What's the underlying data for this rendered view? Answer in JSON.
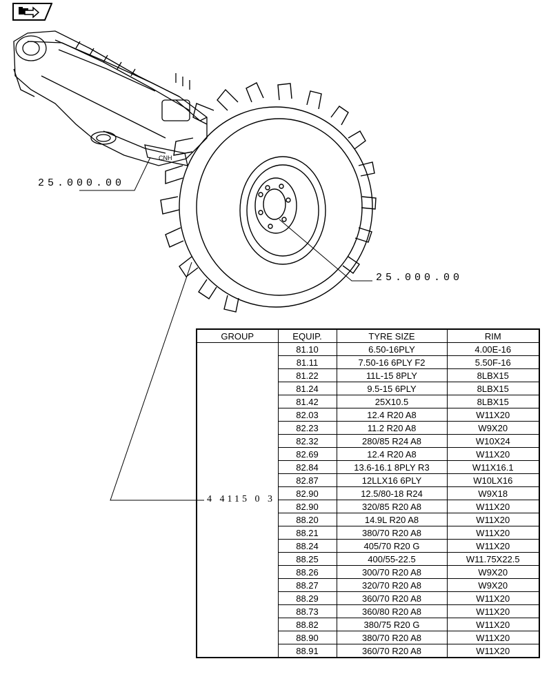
{
  "navigation": {
    "icon": "folder-arrow-icon"
  },
  "references": {
    "axle": "25.000.00",
    "wheel": "25.000.00"
  },
  "table": {
    "headers": {
      "group": "GROUP",
      "equip": "EQUIP.",
      "tyre_size": "TYRE SIZE",
      "rim": "RIM"
    },
    "group_code": "4 4115 0 3",
    "rows": [
      {
        "equip": "81.10",
        "tyre": "6.50-16PLY",
        "rim": "4.00E-16"
      },
      {
        "equip": "81.11",
        "tyre": "7.50-16 6PLY F2",
        "rim": "5.50F-16"
      },
      {
        "equip": "81.22",
        "tyre": "11L-15 8PLY",
        "rim": "8LBX15"
      },
      {
        "equip": "81.24",
        "tyre": "9.5-15 6PLY",
        "rim": "8LBX15"
      },
      {
        "equip": "81.42",
        "tyre": "25X10.5",
        "rim": "8LBX15"
      },
      {
        "equip": "82.03",
        "tyre": "12.4 R20 A8",
        "rim": "W11X20"
      },
      {
        "equip": "82.23",
        "tyre": "11.2 R20 A8",
        "rim": "W9X20"
      },
      {
        "equip": "82.32",
        "tyre": "280/85 R24 A8",
        "rim": "W10X24"
      },
      {
        "equip": "82.69",
        "tyre": "12.4 R20 A8",
        "rim": "W11X20"
      },
      {
        "equip": "82.84",
        "tyre": "13.6-16.1 8PLY R3",
        "rim": "W11X16.1"
      },
      {
        "equip": "82.87",
        "tyre": "12LLX16 6PLY",
        "rim": "W10LX16"
      },
      {
        "equip": "82.90",
        "tyre": "12.5/80-18 R24",
        "rim": "W9X18"
      },
      {
        "equip": "82.90",
        "tyre": "320/85 R20 A8",
        "rim": "W11X20"
      },
      {
        "equip": "88.20",
        "tyre": "14.9L R20 A8",
        "rim": "W11X20"
      },
      {
        "equip": "88.21",
        "tyre": "380/70 R20 A8",
        "rim": "W11X20"
      },
      {
        "equip": "88.24",
        "tyre": "405/70 R20 G",
        "rim": "W11X20"
      },
      {
        "equip": "88.25",
        "tyre": "400/55-22.5",
        "rim": "W11.75X22.5"
      },
      {
        "equip": "88.26",
        "tyre": "300/70 R20 A8",
        "rim": "W9X20"
      },
      {
        "equip": "88.27",
        "tyre": "320/70 R20 A8",
        "rim": "W9X20"
      },
      {
        "equip": "88.29",
        "tyre": "360/70 R20 A8",
        "rim": "W11X20"
      },
      {
        "equip": "88.73",
        "tyre": "360/80 R20 A8",
        "rim": "W11X20"
      },
      {
        "equip": "88.82",
        "tyre": "380/75 R20 G",
        "rim": "W11X20"
      },
      {
        "equip": "88.90",
        "tyre": "380/70 R20 A8",
        "rim": "W11X20"
      },
      {
        "equip": "88.91",
        "tyre": "360/70 R20 A8",
        "rim": "W11X20"
      }
    ]
  }
}
